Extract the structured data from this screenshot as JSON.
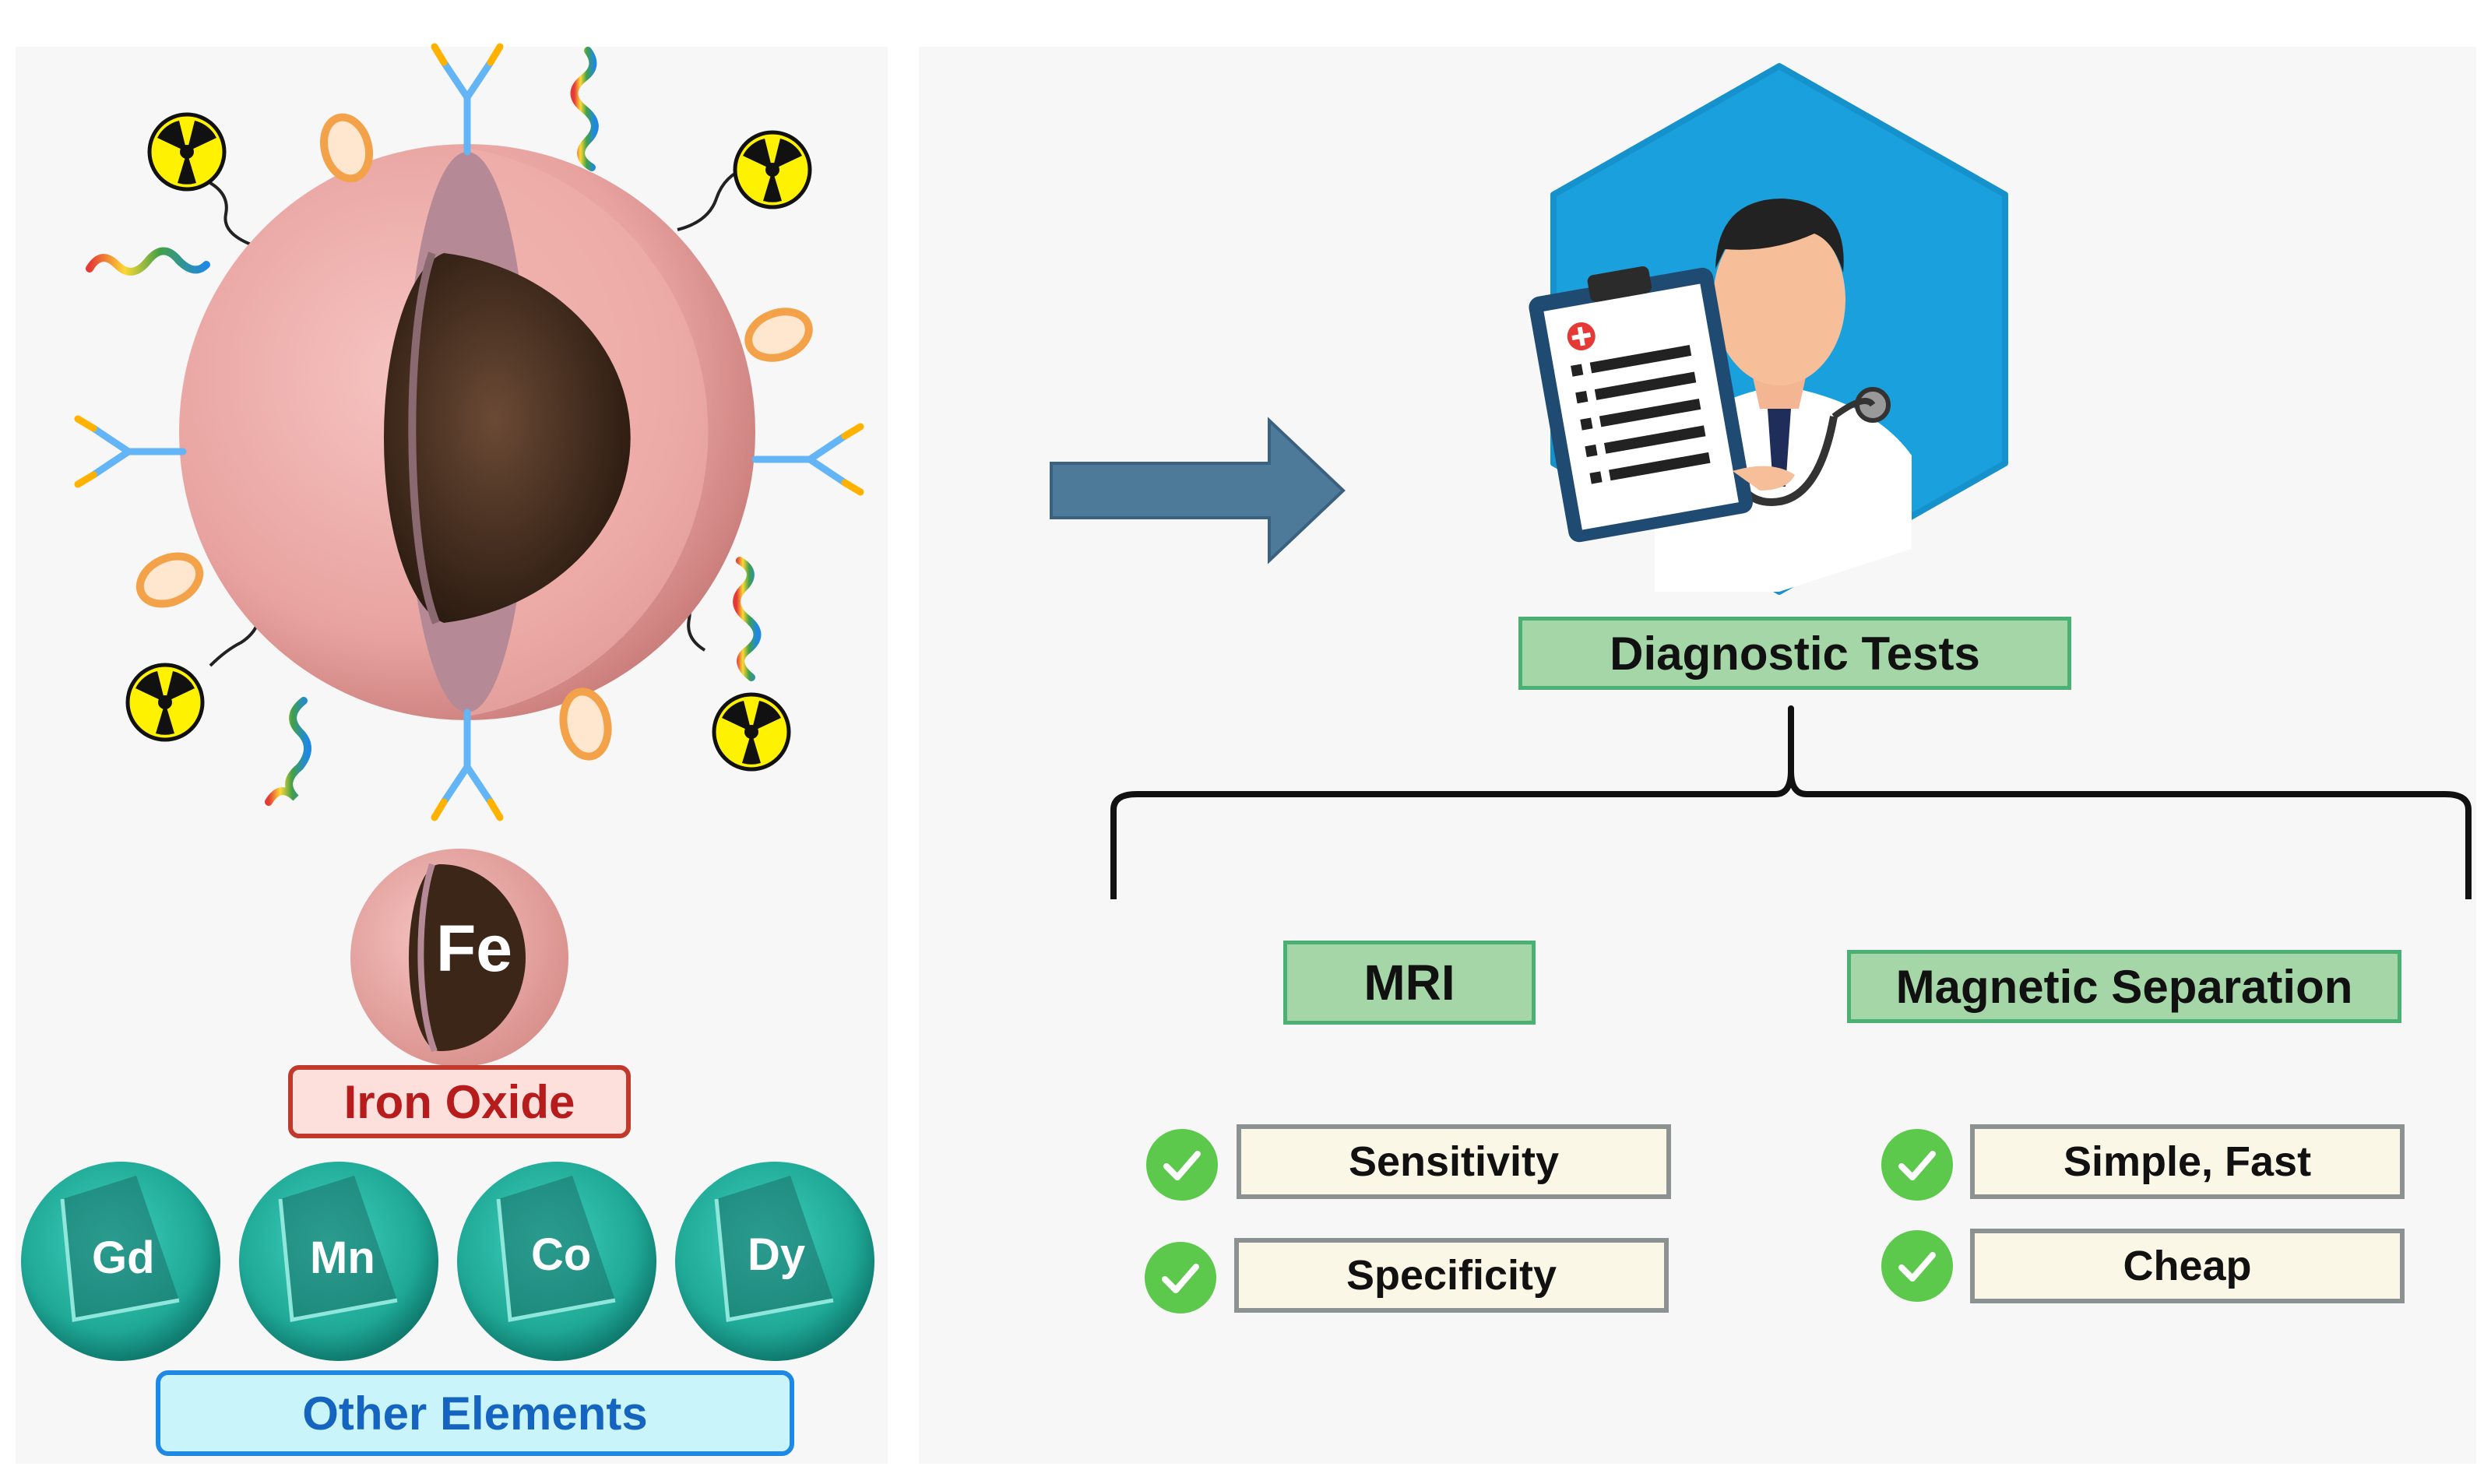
{
  "colors": {
    "green_fill": "#a5d6a7",
    "green_border": "#4caf73",
    "iron_oxide_fill": "#fde0dc",
    "iron_oxide_border": "#c0392b",
    "iron_oxide_text": "#b71c1c",
    "other_elements_fill": "#c9f5fa",
    "other_elements_border": "#1e88e5",
    "other_elements_text": "#1565c0",
    "arrow": "#4d7a99",
    "shell": "#e8a3a0",
    "core": "#3e2a1e",
    "teal_sphere": "#26b3a2",
    "hexagon": "#1aa0dc"
  },
  "left": {
    "core_label": "Fe",
    "iron_oxide_label": "Iron Oxide",
    "elements": [
      "Gd",
      "Mn",
      "Co",
      "Dy"
    ],
    "other_elements_label": "Other Elements",
    "attachments": [
      "antibody-icon",
      "radioactive-icon",
      "peptide-icon",
      "drug-icon"
    ]
  },
  "right": {
    "diagnostic_label": "Diagnostic Tests",
    "branches": [
      {
        "title": "MRI",
        "benefits": [
          "Sensitivity",
          "Specificity"
        ]
      },
      {
        "title": "Magnetic Separation",
        "benefits": [
          "Simple, Fast",
          "Cheap"
        ]
      }
    ]
  }
}
